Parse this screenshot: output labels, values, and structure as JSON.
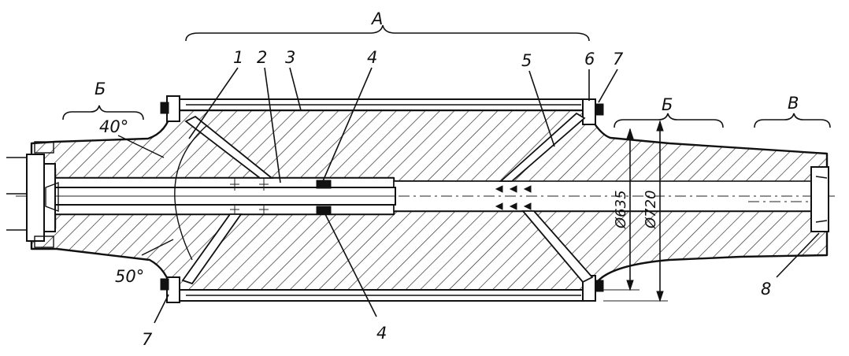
{
  "labels": {
    "zone_a": "А",
    "zone_b_left": "Б",
    "zone_b_right": "Б",
    "zone_v": "В",
    "part_1": "1",
    "part_2": "2",
    "part_3": "3",
    "part_4_top": "4",
    "part_4_bottom": "4",
    "part_5": "5",
    "part_6": "6",
    "part_7_top": "7",
    "part_7_bottom": "7",
    "part_8": "8",
    "angle_top": "40°",
    "angle_bottom": "50°",
    "diameter_inner": "Ø635",
    "diameter_outer": "Ø720"
  }
}
